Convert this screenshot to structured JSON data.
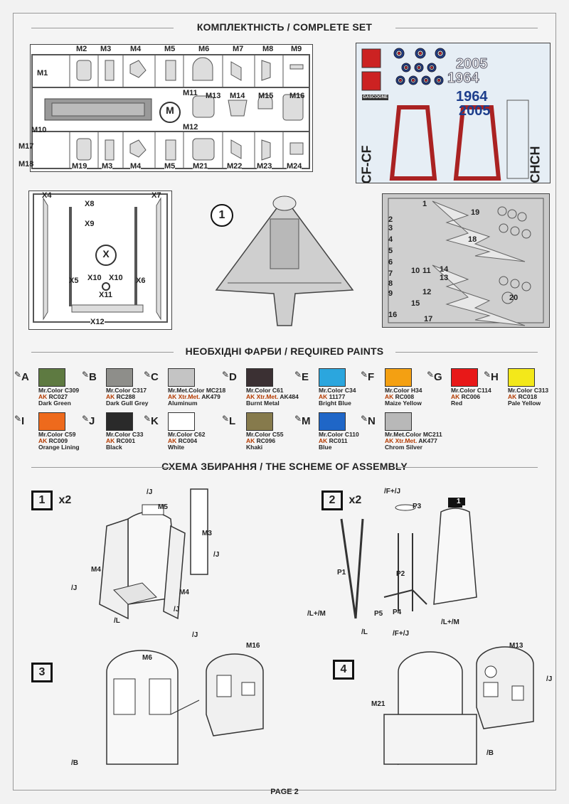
{
  "sections": {
    "complete_set": "КОМПЛЕКТНІСТЬ / COMPLETE SET",
    "required_paints": "НЕОБХІДНІ ФАРБИ / REQUIRED PAINTS",
    "assembly": "СХЕМА ЗБИРАННЯ / THE SCHEME OF ASSEMBLY"
  },
  "sprue_m": {
    "badge": "M",
    "labels_top": [
      "M2",
      "M3",
      "M4",
      "M5",
      "M6",
      "M7",
      "M8",
      "M9"
    ],
    "labels_mid": [
      "M11",
      "M13",
      "M14",
      "M15",
      "M16"
    ],
    "labels_bottom": [
      "M19",
      "M3",
      "M4",
      "M5",
      "M21",
      "M22",
      "M23",
      "M24"
    ],
    "left_labels": [
      "M1",
      "M10",
      "M17",
      "M18"
    ],
    "m12": "M12"
  },
  "sprue_x": {
    "badge": "X",
    "labels": [
      "X4",
      "X7",
      "X8",
      "X9",
      "X5",
      "X10",
      "X10",
      "X6",
      "X11",
      "X12"
    ]
  },
  "part1": {
    "badge": "1"
  },
  "decals": {
    "years": [
      "2005",
      "1964",
      "1964",
      "2005"
    ],
    "codes": [
      "CF-CF",
      "CHCH"
    ],
    "gascogne": "GASCOGNE"
  },
  "pe_numbers": [
    "1",
    "2",
    "3",
    "4",
    "5",
    "6",
    "7",
    "8",
    "9",
    "10",
    "11",
    "12",
    "13",
    "14",
    "15",
    "16",
    "17",
    "18",
    "19",
    "20"
  ],
  "paints": [
    {
      "letter": "A",
      "color": "#5e7a41",
      "line1": "Mr.Color C309",
      "ak": "AK",
      "akcode": " RC027",
      "name": "Dark Green"
    },
    {
      "letter": "B",
      "color": "#8e8e8a",
      "line1": "Mr.Color C317",
      "ak": "AK",
      "akcode": " RC288",
      "name": "Dark Gull Grey"
    },
    {
      "letter": "C",
      "color": "#c4c4c4",
      "line1": "Mr.Met.Color MC218",
      "ak": "AK Xtr.Met.",
      "akcode": " AK479",
      "name": "Aluminum"
    },
    {
      "letter": "D",
      "color": "#3b3033",
      "line1": "Mr.Color C61",
      "ak": "AK Xtr.Met.",
      "akcode": " AK484",
      "name": "Burnt Metal"
    },
    {
      "letter": "E",
      "color": "#2ba6de",
      "line1": "Mr.Color C34",
      "ak": "AK",
      "akcode": " 11177",
      "name": "Bright Blue"
    },
    {
      "letter": "F",
      "color": "#f4a012",
      "line1": "Mr.Color H34",
      "ak": "AK",
      "akcode": " RC008",
      "name": "Maize Yellow"
    },
    {
      "letter": "G",
      "color": "#e81818",
      "line1": "Mr.Color C114",
      "ak": "AK",
      "akcode": " RC006",
      "name": "Red"
    },
    {
      "letter": "H",
      "color": "#f3e81a",
      "line1": "Mr.Color C313",
      "ak": "AK",
      "akcode": " RC018",
      "name": "Pale Yellow"
    },
    {
      "letter": "I",
      "color": "#ee6a1c",
      "line1": "Mr.Color C59",
      "ak": "AK",
      "akcode": " RC009",
      "name": "Orange Lining"
    },
    {
      "letter": "J",
      "color": "#2a2a2a",
      "line1": "Mr.Color C33",
      "ak": "AK",
      "akcode": " RC001",
      "name": "Black"
    },
    {
      "letter": "K",
      "color": "#ffffff",
      "line1": "Mr.Color C62",
      "ak": "AK",
      "akcode": " RC004",
      "name": "White"
    },
    {
      "letter": "L",
      "color": "#867a4c",
      "line1": "Mr.Color C55",
      "ak": "AK",
      "akcode": " RC096",
      "name": "Khaki"
    },
    {
      "letter": "M",
      "color": "#1f66c7",
      "line1": "Mr.Color C110",
      "ak": "AK",
      "akcode": " RC011",
      "name": "Blue"
    },
    {
      "letter": "N",
      "color": "#b8b8b8",
      "line1": "Mr.Met.Color MC211",
      "ak": "AK Xtr.Met.",
      "akcode": " AK477",
      "name": "Chrom Silver"
    }
  ],
  "steps": [
    {
      "num": "1",
      "mult": "x2"
    },
    {
      "num": "2",
      "mult": "x2"
    },
    {
      "num": "3",
      "mult": ""
    },
    {
      "num": "4",
      "mult": ""
    }
  ],
  "step1_labels": [
    "/J",
    "M5",
    "M3",
    "/J",
    "M4",
    "/J",
    "M4",
    "/J",
    "/L"
  ],
  "step2_labels": [
    "/F+/J",
    "P3",
    "1",
    "P1",
    "P2",
    "P5",
    "P4",
    "/L+/M",
    "/F+/J",
    "/L+/M",
    "/L"
  ],
  "step3_labels": [
    "M6",
    "/J",
    "M16",
    "/B"
  ],
  "step4_labels": [
    "M13",
    "/J",
    "M21",
    "/B"
  ],
  "footer": "PAGE 2"
}
